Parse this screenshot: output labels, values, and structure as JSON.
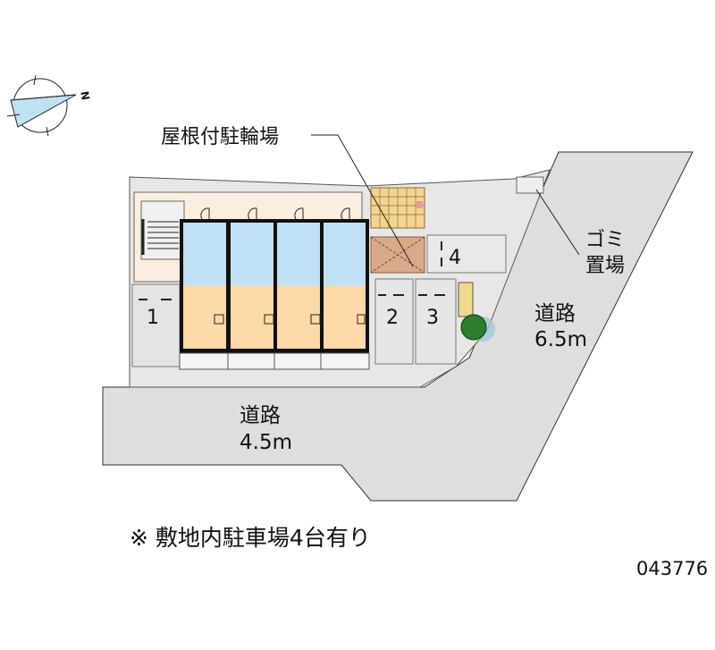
{
  "compass": {
    "north_label": "N"
  },
  "labels": {
    "bike_shelter": "屋根付駐輪場",
    "garbage_line1": "ゴミ",
    "garbage_line2": "置場",
    "road_east_name": "道路",
    "road_east_width": "6.5m",
    "road_south_name": "道路",
    "road_south_width": "4.5m"
  },
  "parking_spaces": [
    "1",
    "2",
    "3",
    "4"
  ],
  "note": "※ 敷地内駐車場4台有り",
  "property_code": "043776",
  "colors": {
    "road": "#dedede",
    "lot": "#e8e6e4",
    "room_blue": "#bfe0f5",
    "room_orange": "#fcd9a6",
    "bike_shelter": "#f3d58f",
    "wall": "#111111",
    "tree": "#2e7d2e"
  }
}
